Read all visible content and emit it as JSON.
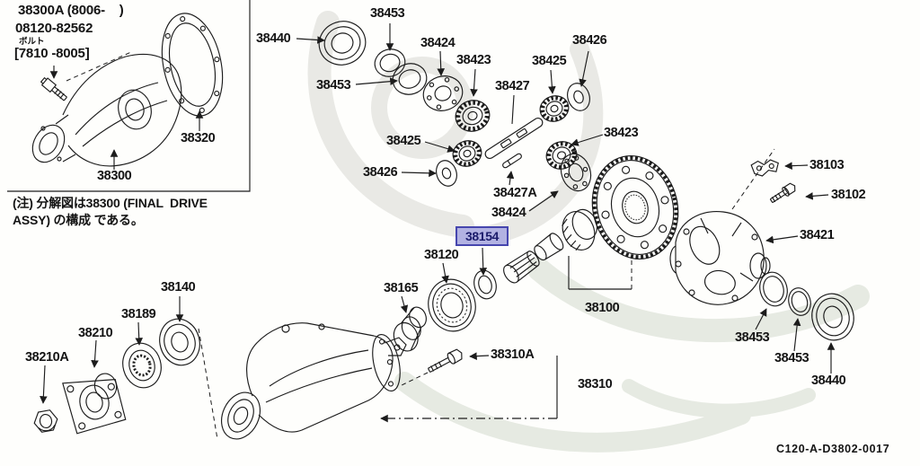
{
  "inset": {
    "title": "38300A (8006-    )",
    "bolt_number": "08120-82562",
    "bolt_label_jp": "ボルト",
    "bolt_period": "[7810 -8005]",
    "gasket_label": "38320",
    "assembly_label": "38300"
  },
  "note": {
    "line1": "(注) 分解図は38300 (FINAL  DRIVE",
    "line2": "ASSY) の構成 である。"
  },
  "labels": {
    "l38440_top": "38440",
    "l38453_top": "38453",
    "l38453_mid": "38453",
    "l38424_top": "38424",
    "l38423_top": "38423",
    "l38427": "38427",
    "l38425_right": "38425",
    "l38426_right": "38426",
    "l38423_right": "38423",
    "l38425_left": "38425",
    "l38426_left": "38426",
    "l38427a": "38427A",
    "l38424_bottom": "38424",
    "l38120": "38120",
    "l38165": "38165",
    "l38100": "38100",
    "l38421": "38421",
    "l38103": "38103",
    "l38102": "38102",
    "l38453_right1": "38453",
    "l38453_right2": "38453",
    "l38440_bottom": "38440",
    "l38140": "38140",
    "l38189": "38189",
    "l38210": "38210",
    "l38210a": "38210A",
    "l38310a": "38310A",
    "l38310": "38310"
  },
  "highlight": {
    "label": "38154",
    "fill": "#b2b2e2",
    "border": "#4646ae",
    "text_color": "#1b1b6b"
  },
  "footer": {
    "drawing_code": "C120-A-D3802-0017"
  },
  "colors": {
    "line_art": "#1c1c1c",
    "background": "#fefefc",
    "watermark": "#e9e9e5"
  }
}
